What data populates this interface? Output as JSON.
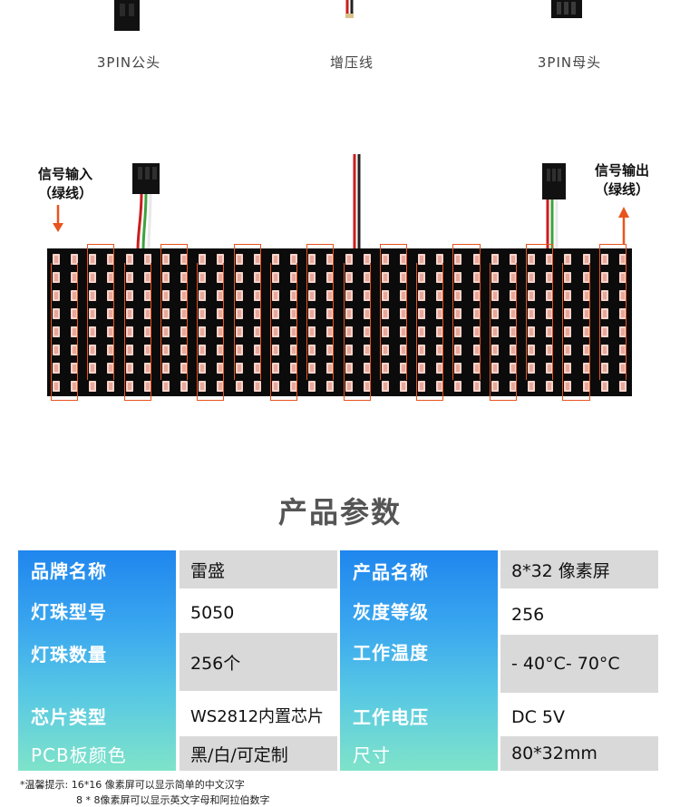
{
  "connectors": {
    "male_label": "3PIN公头",
    "wire_label": "增压线",
    "female_label": "3PIN母头"
  },
  "diagram": {
    "input_label_line1": "信号输入",
    "input_label_line2": "（绿线）",
    "output_label_line1": "信号输出",
    "output_label_line2": "（绿线）"
  },
  "section_title": "产品参数",
  "params": [
    {
      "key": "品牌名称",
      "value": "雷盛"
    },
    {
      "key": "产品名称",
      "value": "8*32 像素屏"
    },
    {
      "key": "灯珠型号",
      "value": "5050"
    },
    {
      "key": "灰度等级",
      "value": "256"
    },
    {
      "key": "灯珠数量",
      "value": "256个"
    },
    {
      "key": "工作温度",
      "value": "- 40°C- 70°C"
    },
    {
      "key": "芯片类型",
      "value": "WS2812内置芯片"
    },
    {
      "key": "工作电压",
      "value": "DC 5V"
    },
    {
      "key": "PCB板颜色",
      "value": "黑/白/可定制"
    },
    {
      "key": "尺寸",
      "value": "80*32mm"
    }
  ],
  "notes": {
    "line1": "*温馨提示: 16*16 像素屏可以显示简单的中文汉字",
    "line2": "8 * 8像素屏可以显示英文字母和阿拉伯数字"
  },
  "colors": {
    "arrow": "#e8541e",
    "table_gradient_top": "#1f86ee",
    "table_gradient_bottom": "#7fe3c9",
    "value_bg": "#d9d9d9"
  }
}
